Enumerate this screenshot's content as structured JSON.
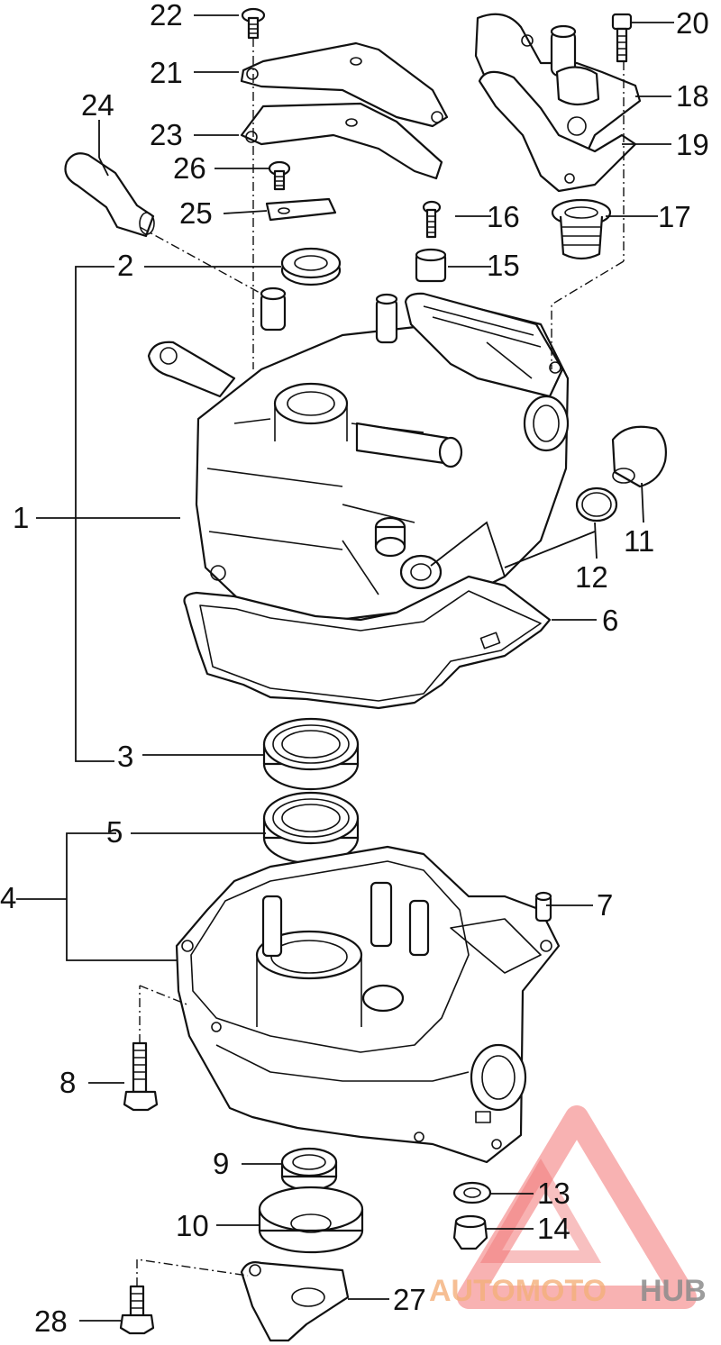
{
  "callouts": [
    "1",
    "2",
    "3",
    "4",
    "5",
    "6",
    "7",
    "8",
    "9",
    "10",
    "11",
    "12",
    "13",
    "14",
    "15",
    "16",
    "17",
    "18",
    "19",
    "20",
    "21",
    "22",
    "23",
    "24",
    "25",
    "26",
    "27",
    "28"
  ],
  "watermark": {
    "word1": "AUTOMOTO",
    "word2": "HUB",
    "color1": "#f4b07a",
    "color2": "#8c8c8c",
    "triangle_color": "#ee5a5a"
  }
}
